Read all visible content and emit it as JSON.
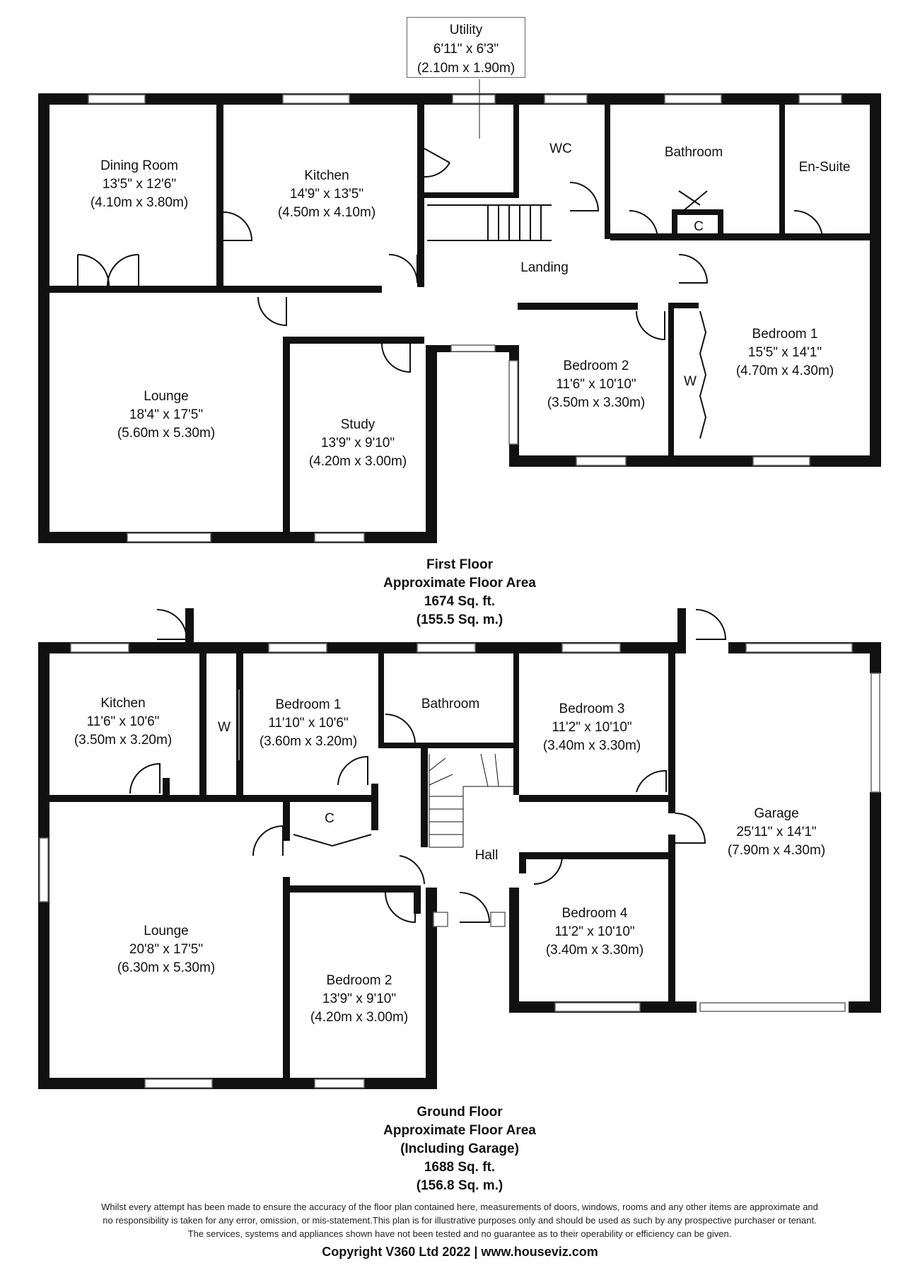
{
  "first_floor": {
    "rooms": {
      "dining": {
        "name": "Dining Room",
        "imperial": "13'5\" x 12'6\"",
        "metric": "(4.10m x 3.80m)"
      },
      "kitchen": {
        "name": "Kitchen",
        "imperial": "14'9\" x 13'5\"",
        "metric": "(4.50m x 4.10m)"
      },
      "utility": {
        "name": "Utility",
        "imperial": "6'11\" x 6'3\"",
        "metric": "(2.10m x 1.90m)"
      },
      "wc": {
        "name": "WC"
      },
      "bathroom": {
        "name": "Bathroom"
      },
      "ensuite": {
        "name": "En-Suite"
      },
      "cupboard": {
        "name": "C"
      },
      "landing": {
        "name": "Landing"
      },
      "lounge": {
        "name": "Lounge",
        "imperial": "18'4\" x 17'5\"",
        "metric": "(5.60m x 5.30m)"
      },
      "study": {
        "name": "Study",
        "imperial": "13'9\" x 9'10\"",
        "metric": "(4.20m x 3.00m)"
      },
      "bedroom2": {
        "name": "Bedroom 2",
        "imperial": "11'6\" x 10'10\"",
        "metric": "(3.50m x 3.30m)"
      },
      "bedroom1": {
        "name": "Bedroom 1",
        "imperial": "15'5\" x 14'1\"",
        "metric": "(4.70m x 4.30m)"
      },
      "wardrobe": {
        "name": "W"
      }
    },
    "caption": {
      "line1": "First Floor",
      "line2": "Approximate Floor Area",
      "line3": "1674 Sq. ft.",
      "line4": "(155.5 Sq. m.)"
    }
  },
  "ground_floor": {
    "rooms": {
      "kitchen": {
        "name": "Kitchen",
        "imperial": "11'6\" x 10'6\"",
        "metric": "(3.50m x 3.20m)"
      },
      "wardrobe": {
        "name": "W"
      },
      "bedroom1": {
        "name": "Bedroom 1",
        "imperial": "11'10\" x 10'6\"",
        "metric": "(3.60m x 3.20m)"
      },
      "bathroom": {
        "name": "Bathroom"
      },
      "bedroom3": {
        "name": "Bedroom 3",
        "imperial": "11'2\" x 10'10\"",
        "metric": "(3.40m x 3.30m)"
      },
      "garage": {
        "name": "Garage",
        "imperial": "25'11\" x 14'1\"",
        "metric": "(7.90m x 4.30m)"
      },
      "cupboard": {
        "name": "C"
      },
      "hall": {
        "name": "Hall"
      },
      "lounge": {
        "name": "Lounge",
        "imperial": "20'8\" x 17'5\"",
        "metric": "(6.30m x 5.30m)"
      },
      "bedroom2": {
        "name": "Bedroom 2",
        "imperial": "13'9\" x 9'10\"",
        "metric": "(4.20m x 3.00m)"
      },
      "bedroom4": {
        "name": "Bedroom 4",
        "imperial": "11'2\" x 10'10\"",
        "metric": "(3.40m x 3.30m)"
      }
    },
    "caption": {
      "line1": "Ground Floor",
      "line2": "Approximate Floor Area",
      "line3": "(Including Garage)",
      "line4": "1688 Sq. ft.",
      "line5": "(156.8 Sq. m.)"
    }
  },
  "disclaimer": {
    "line1": "Whilst every attempt has been made to ensure the accuracy of the floor plan contained here, measurements of doors, windows, rooms and any other items are approximate and",
    "line2": "no responsibility is taken for any error, omission, or mis-statement.This plan is for illustrative purposes only and should be used as such by any prospective purchaser or tenant.",
    "line3": "The services, systems and appliances shown have not been tested and no guarantee as to their operability or efficiency can be given."
  },
  "copyright": "Copyright V360 Ltd 2022 | www.houseviz.com"
}
